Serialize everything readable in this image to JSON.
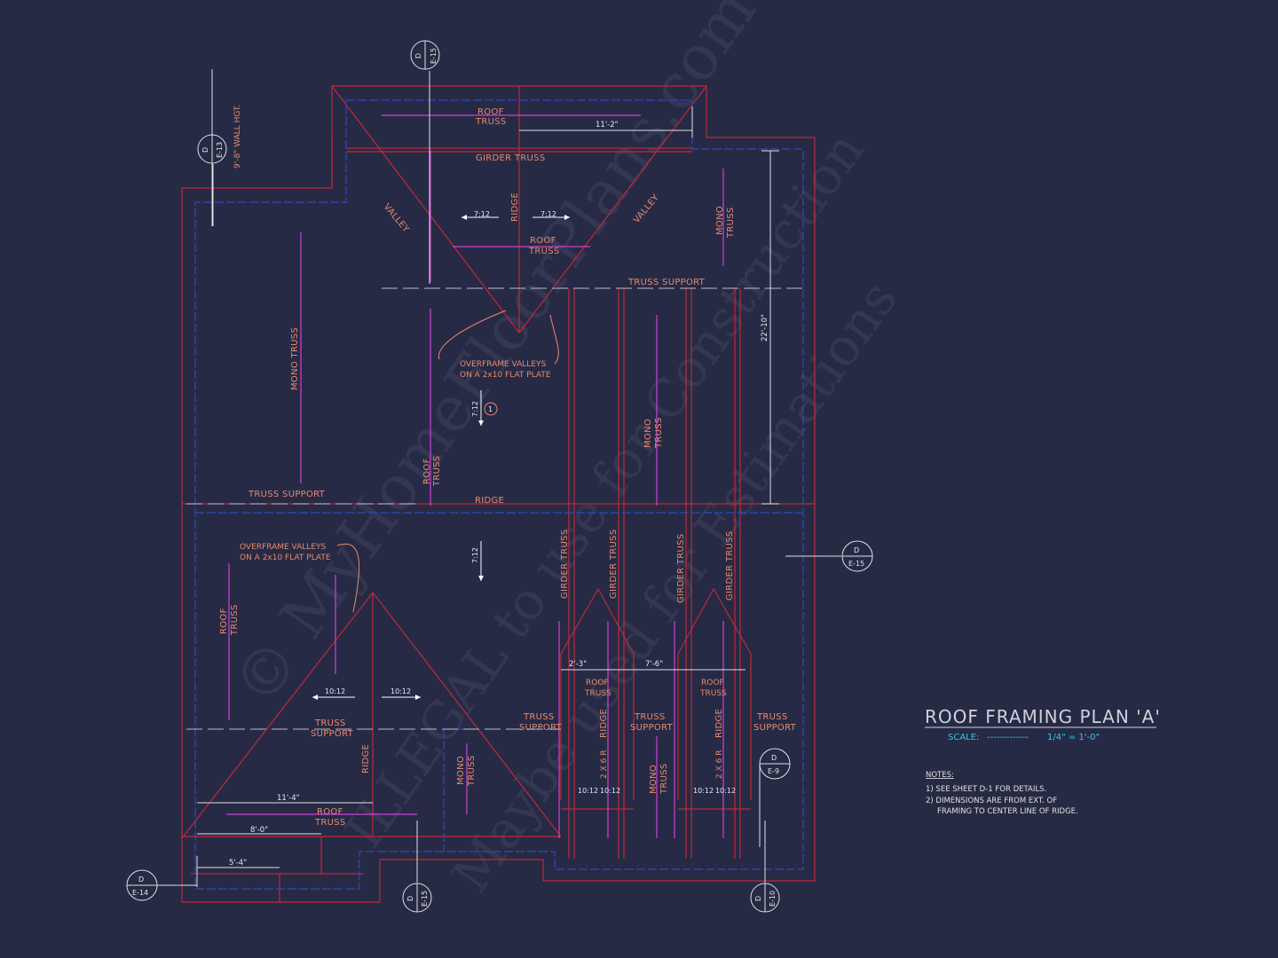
{
  "title": "ROOF FRAMING PLAN 'A'",
  "scale": {
    "label": "SCALE:",
    "dashes": "-------------",
    "value": "1/4\" = 1'-0\""
  },
  "notes": {
    "heading": "NOTES:",
    "items": [
      "1) SEE SHEET D-1 FOR DETAILS.",
      "2) DIMENSIONS ARE FROM EXT. OF",
      "FRAMING TO CENTER LINE OF RIDGE."
    ]
  },
  "wall_height": "9'-8\" WALL HGT.",
  "labels": {
    "roof": "ROOF",
    "truss": "TRUSS",
    "girder_truss": "GIRDER TRUSS",
    "ridge": "RIDGE",
    "valley": "VALLEY",
    "mono": "MONO",
    "mono_truss": "MONO TRUSS",
    "truss_support": "TRUSS SUPPORT",
    "support": "SUPPORT",
    "overframe_1": "OVERFRAME VALLEYS",
    "overframe_2": "ON A 2x10 FLAT PLATE",
    "two_by_six": "2 X 6 R",
    "roof_truss": "ROOF TRUSS"
  },
  "pitches": {
    "p7": "7:12",
    "p10": "10:12"
  },
  "dimensions": {
    "d1": "11'-2\"",
    "d2": "22'-10\"",
    "d3": "2'-3\"",
    "d4": "7'-6\"",
    "d5": "11'-4\"",
    "d6": "8'-0\"",
    "d7": "5'-4\""
  },
  "callout_number": "1",
  "bubbles": [
    {
      "top": "D",
      "bottom": "E-15"
    },
    {
      "top": "D",
      "bottom": "E-13"
    },
    {
      "top": "D",
      "bottom": "E-15"
    },
    {
      "top": "D",
      "bottom": "E-9"
    },
    {
      "top": "D",
      "bottom": "E-14"
    },
    {
      "top": "D",
      "bottom": "E-15"
    },
    {
      "top": "D",
      "bottom": "E-10"
    }
  ],
  "watermark": {
    "line1": "© MyHomeFloorPlans.com",
    "line2": "ILLEGAL to use for Construction",
    "line3": "Maybe used for Estimations"
  },
  "colors": {
    "background": "#262a45",
    "outline": "#c0283a",
    "inner": "#2f4ab8",
    "label": "#e98a6e",
    "arrow": "#d23fd6",
    "scale": "#35c6e6"
  }
}
